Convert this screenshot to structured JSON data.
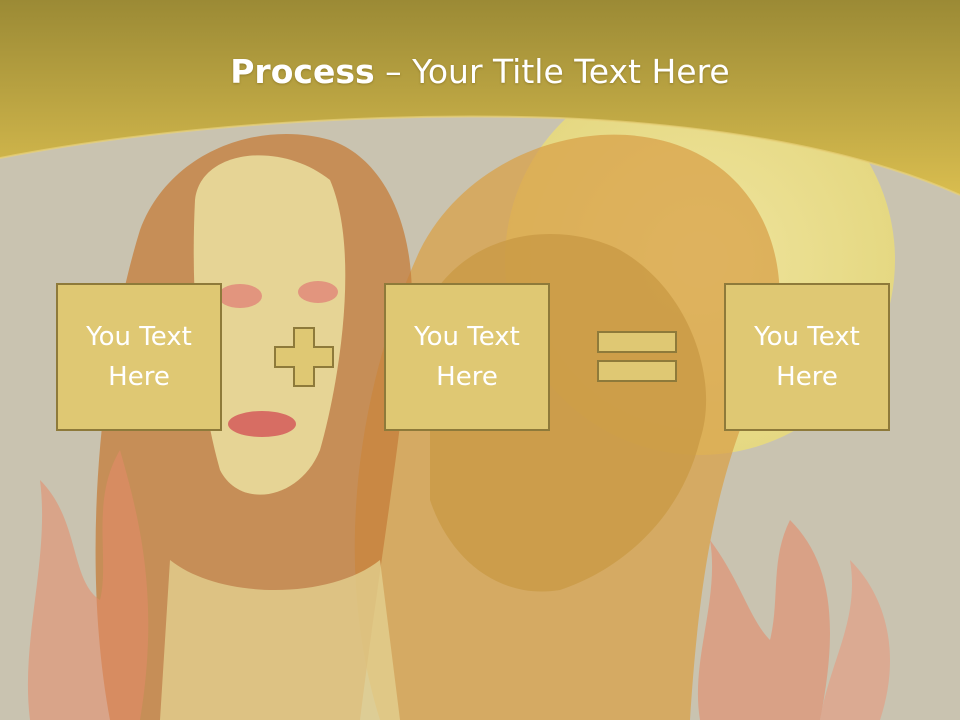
{
  "slide": {
    "title_bold": "Process",
    "title_rest": " – Your Title Text Here",
    "colors": {
      "header": "#d4b84a",
      "box_fill": "#dfc873",
      "box_border": "#8e7a3a",
      "background": "#c9c3b0"
    },
    "boxes": [
      {
        "text": "You Text Here"
      },
      {
        "text": "You Text Here"
      },
      {
        "text": "You Text Here"
      }
    ],
    "operators": [
      "plus-icon",
      "equals-icon"
    ]
  }
}
